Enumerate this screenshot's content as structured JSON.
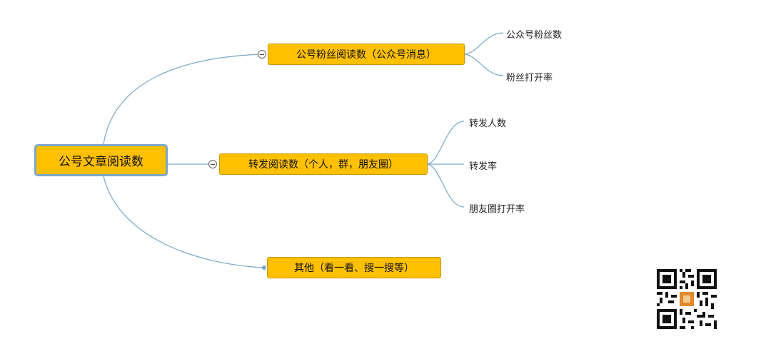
{
  "mindmap": {
    "root": "公号文章阅读数",
    "branches": [
      {
        "label": "公号粉丝阅读数（公众号消息）",
        "children": [
          "公众号粉丝数",
          "粉丝打开率"
        ]
      },
      {
        "label": "转发阅读数（个人，群，朋友圈）",
        "children": [
          "转发人数",
          "转发率",
          "朋友圈打开率"
        ]
      },
      {
        "label": "其他（看一看、搜一搜等）",
        "children": []
      }
    ]
  },
  "colors": {
    "node_fill": "#ffc000",
    "root_border": "#7aa7c7",
    "connector": "#7aa7c7"
  },
  "icons": {
    "collapse": "collapse-minus-icon",
    "qr": "qr-code-icon"
  }
}
